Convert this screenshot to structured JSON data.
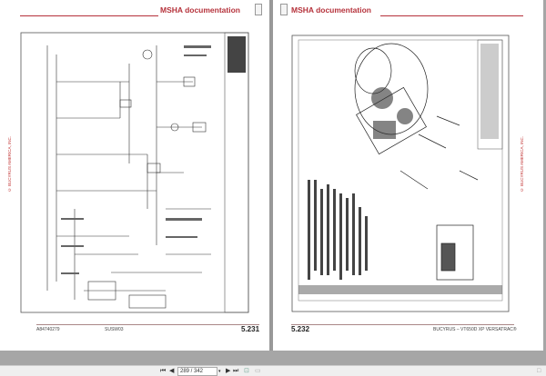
{
  "viewer": {
    "page_input": "289 / 342",
    "icons": [
      "first-page-icon",
      "previous-page-icon",
      "next-page-icon",
      "last-page-icon",
      "fit-page-icon",
      "single-page-icon",
      "expand-icon"
    ]
  },
  "left_page": {
    "header": "MSHA documentation",
    "side_text": "© BUCYRUS AMERICA, INC.",
    "footer_left": "A84740279",
    "footer_center": "SUSW03",
    "page_number": "5.231"
  },
  "right_page": {
    "header": "MSHA documentation",
    "side_text": "© BUCYRUS AMERICA, INC.",
    "footer_right": "BUCYRUS – VT650D XP VERSATRAC®",
    "page_number": "5.232"
  },
  "colors": {
    "accent": "#b5313a",
    "background": "#a6a6a6"
  }
}
